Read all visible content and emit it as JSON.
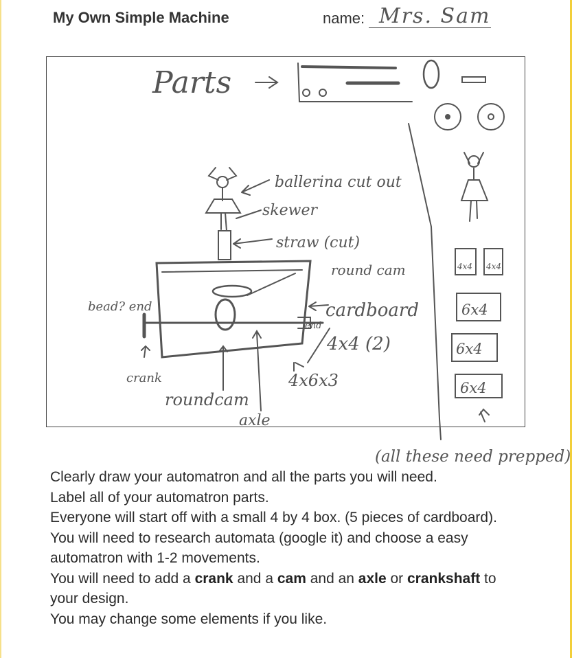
{
  "header": {
    "title": "My Own Simple Machine",
    "name_label": "name:",
    "name_value": "Mrs. Sam"
  },
  "sketch": {
    "parts_heading": "Parts",
    "labels": {
      "ballerina": "ballerina cut out",
      "skewer": "skewer",
      "straw": "straw (cut)",
      "round_cam_top": "round cam",
      "cardboard": "cardboard",
      "end": "end",
      "bead_end": "bead? end",
      "crank": "crank",
      "round_cam_bottom": "roundcam",
      "axle": "axle",
      "box_dims": "4x6x3",
      "size_4x4": "4x4 (2)",
      "small_1": "4x4",
      "small_2": "4x4",
      "panel_1": "6x4",
      "panel_2": "6x4",
      "panel_3": "6x4",
      "note": "(all these need prepped)"
    }
  },
  "instructions": {
    "line1": "Clearly draw your automatron and all the parts you will need.",
    "line2": "Label all of your automatron parts.",
    "line3": "Everyone will start off with a  small 4 by 4 box. (5 pieces of cardboard).",
    "line4": "You will need to research automata (google it) and choose a easy automatron with 1-2 movements.",
    "line5_a": "You will need to add a ",
    "line5_crank": "crank",
    "line5_b": " and a ",
    "line5_cam": "cam",
    "line5_c": " and an ",
    "line5_axle": "axle",
    "line5_d": "  or ",
    "line5_crankshaft": "crankshaft",
    "line5_e": " to your design.",
    "line6": "You may change some elements if you like."
  }
}
